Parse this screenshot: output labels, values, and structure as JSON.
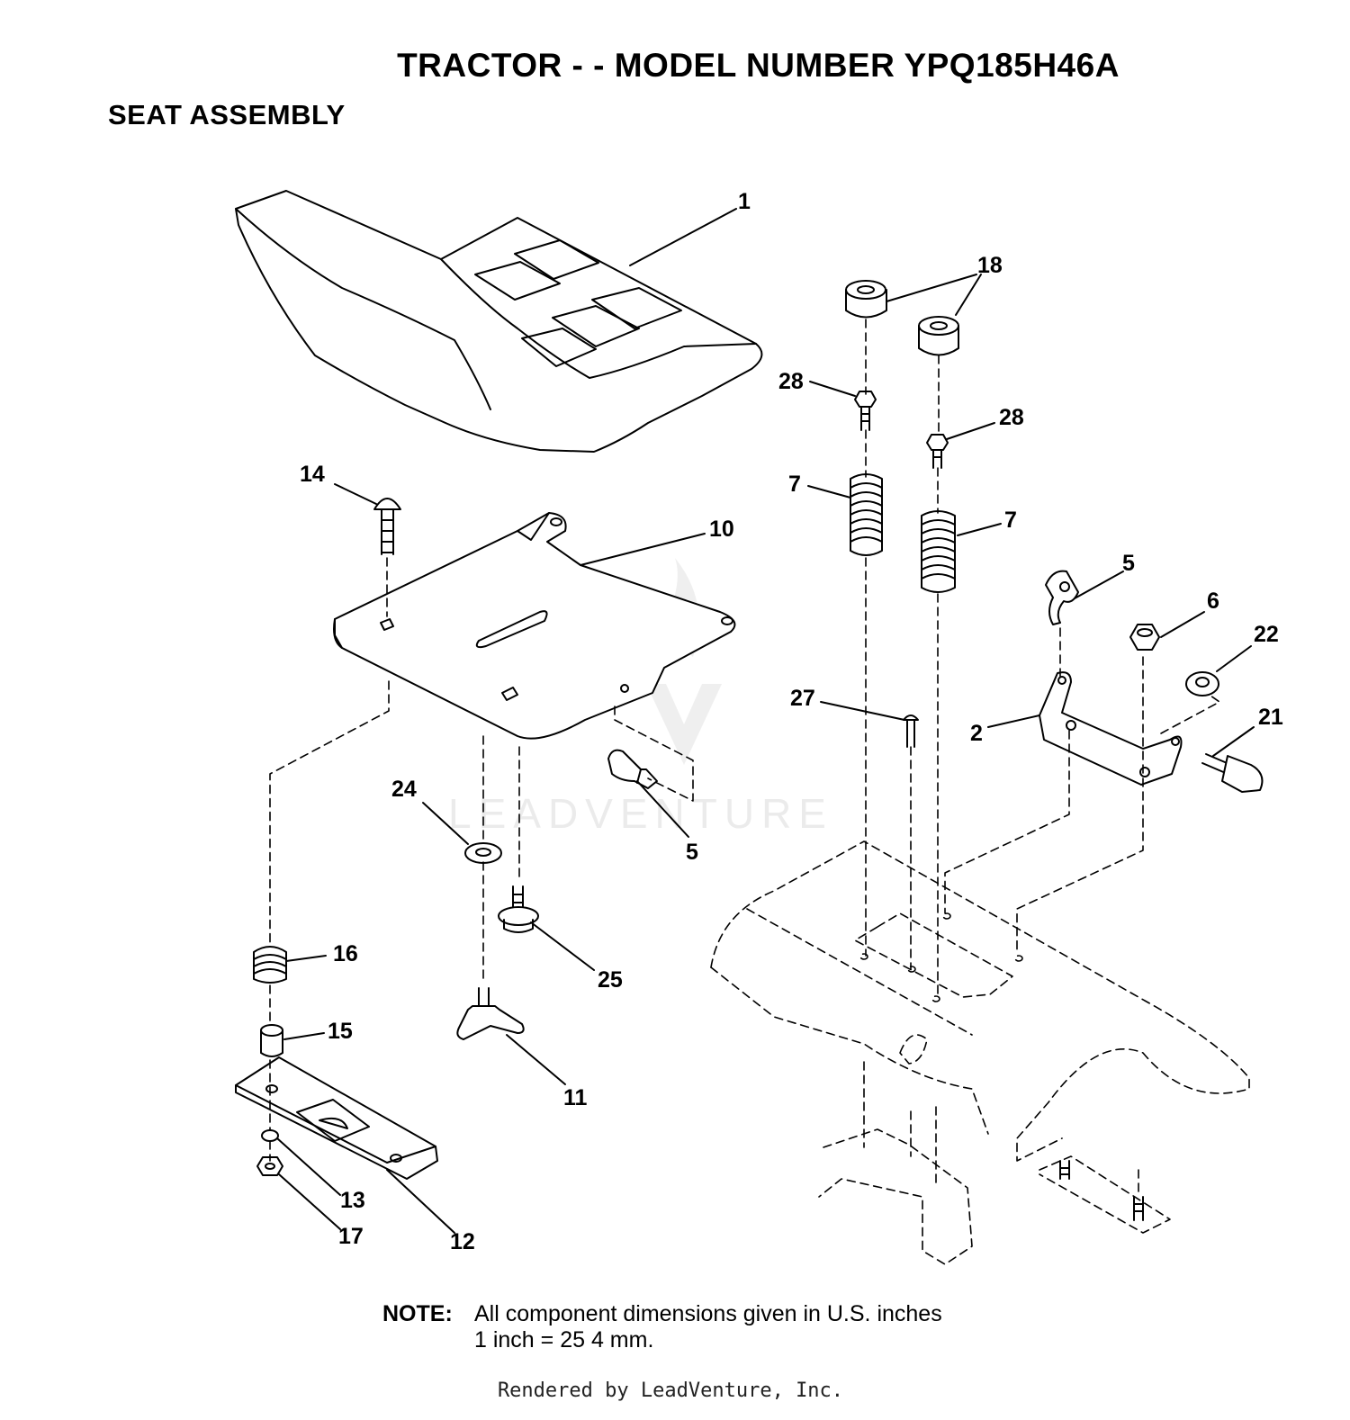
{
  "header": {
    "title": "TRACTOR - - MODEL NUMBER YPQ185H46A",
    "subtitle": "SEAT ASSEMBLY"
  },
  "watermark": "LEADVENTURE",
  "callouts": {
    "c1": "1",
    "c18": "18",
    "c28a": "28",
    "c28b": "28",
    "c14": "14",
    "c10": "10",
    "c7a": "7",
    "c7b": "7",
    "c5a": "5",
    "c6": "6",
    "c22": "22",
    "c27": "27",
    "c2": "2",
    "c21": "21",
    "c24": "24",
    "c5b": "5",
    "c16": "16",
    "c25": "25",
    "c15": "15",
    "c11": "11",
    "c13": "13",
    "c17": "17",
    "c12": "12"
  },
  "note": {
    "label": "NOTE:",
    "line1": "All component dimensions given in U.S. inches",
    "line2": "1 inch = 25 4 mm."
  },
  "footer": "Rendered by LeadVenture, Inc."
}
